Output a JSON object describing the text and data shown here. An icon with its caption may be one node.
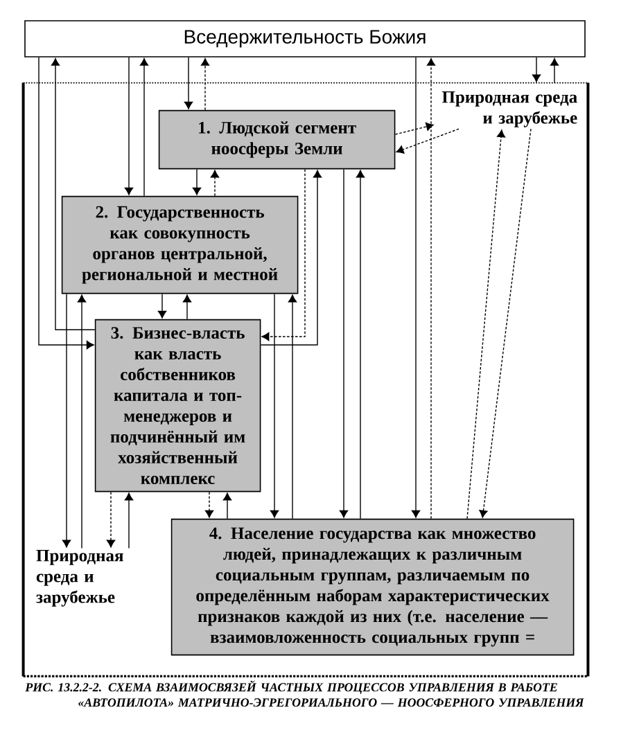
{
  "diagram": {
    "caption": "РИС. 13.2.2-2. СХЕМА ВЗАИМОСВЯЗЕЙ ЧАСТНЫХ ПРОЦЕССОВ УПРАВЛЕНИЯ В РАБОТЕ «АВТОПИЛОТА» МАТРИЧНО-ЭГРЕГОРИАЛЬНОГО — НООСФЕРНОГО УПРАВЛЕНИЯ",
    "nodes": [
      {
        "text": [
          "Вседержительность Божия"
        ]
      },
      {
        "text": [],
        "shape": "box"
      },
      {
        "text": [
          "Природная среда и зарубежье"
        ],
        "in": 1
      },
      {
        "text": [
          "1. Людской сегмент ноосферы Земли"
        ],
        "in": 1
      },
      {
        "text": [
          "2. Государственность как совокупность органов центральной, региональной и местной"
        ],
        "in": 1
      },
      {
        "text": [
          "3. Бизнес-власть как власть собственников капитала и топ-менеджеров и подчинённый им хозяйственный комплекс"
        ],
        "in": 1
      },
      {
        "text": [
          "Природная среда и зарубежье"
        ],
        "in": 1
      },
      {
        "text": [
          "4. Население государства как множество людей, принадлежащих к различным социальным группам, различаемым по определённым наборам характеристических признаков каждой из них (т.е. население — взаимовложенность социальных групп ="
        ],
        "in": 1
      }
    ],
    "edges": [
      {
        "from": 0,
        "to": 5,
        "arrow": "to"
      },
      {
        "from": 5,
        "to": 0,
        "arrow": "to"
      },
      {
        "from": 0,
        "to": 4,
        "arrow": "to"
      },
      {
        "from": 4,
        "to": 0,
        "arrow": "to"
      },
      {
        "from": 0,
        "to": 3,
        "arrow": "to"
      },
      {
        "from": 3,
        "to": 0,
        "arrow": "to",
        "style": "dashed"
      },
      {
        "from": 0,
        "to": 7,
        "arrow": "to"
      },
      {
        "from": 7,
        "to": 0,
        "arrow": "to",
        "style": "dashed"
      },
      {
        "from": 0,
        "to": 1,
        "arrow": "to"
      },
      {
        "from": 1,
        "to": 0,
        "arrow": "to"
      },
      {
        "from": 3,
        "to": 4,
        "arrow": "to"
      },
      {
        "from": 4,
        "to": 3,
        "arrow": "to",
        "style": "dashed"
      },
      {
        "from": 3,
        "to": 5,
        "arrow": "to",
        "style": "dashed"
      },
      {
        "from": 5,
        "to": 3,
        "arrow": "to"
      },
      {
        "from": 3,
        "to": 7,
        "arrow": "to"
      },
      {
        "from": 7,
        "to": 3,
        "arrow": "to"
      },
      {
        "from": 3,
        "to": 2,
        "arrow": "to",
        "style": "dashed"
      },
      {
        "from": 2,
        "to": 3,
        "arrow": "to",
        "style": "dashed"
      },
      {
        "from": 7,
        "to": 2,
        "arrow": "to",
        "style": "dashed"
      },
      {
        "from": 2,
        "to": 7,
        "arrow": "to",
        "style": "dashed"
      },
      {
        "from": 4,
        "to": 5,
        "arrow": "to"
      },
      {
        "from": 5,
        "to": 4,
        "arrow": "to"
      },
      {
        "from": 4,
        "to": 6,
        "arrow": "to"
      },
      {
        "from": 6,
        "to": 4,
        "arrow": "to"
      },
      {
        "from": 4,
        "to": 7,
        "arrow": "to"
      },
      {
        "from": 7,
        "to": 4,
        "arrow": "to"
      },
      {
        "from": 5,
        "to": 6,
        "arrow": "to",
        "style": "dashed"
      },
      {
        "from": 6,
        "to": 5,
        "arrow": "to"
      },
      {
        "from": 5,
        "to": 7,
        "arrow": "to",
        "style": "dashed"
      },
      {
        "from": 7,
        "to": 5,
        "arrow": "to"
      }
    ]
  }
}
